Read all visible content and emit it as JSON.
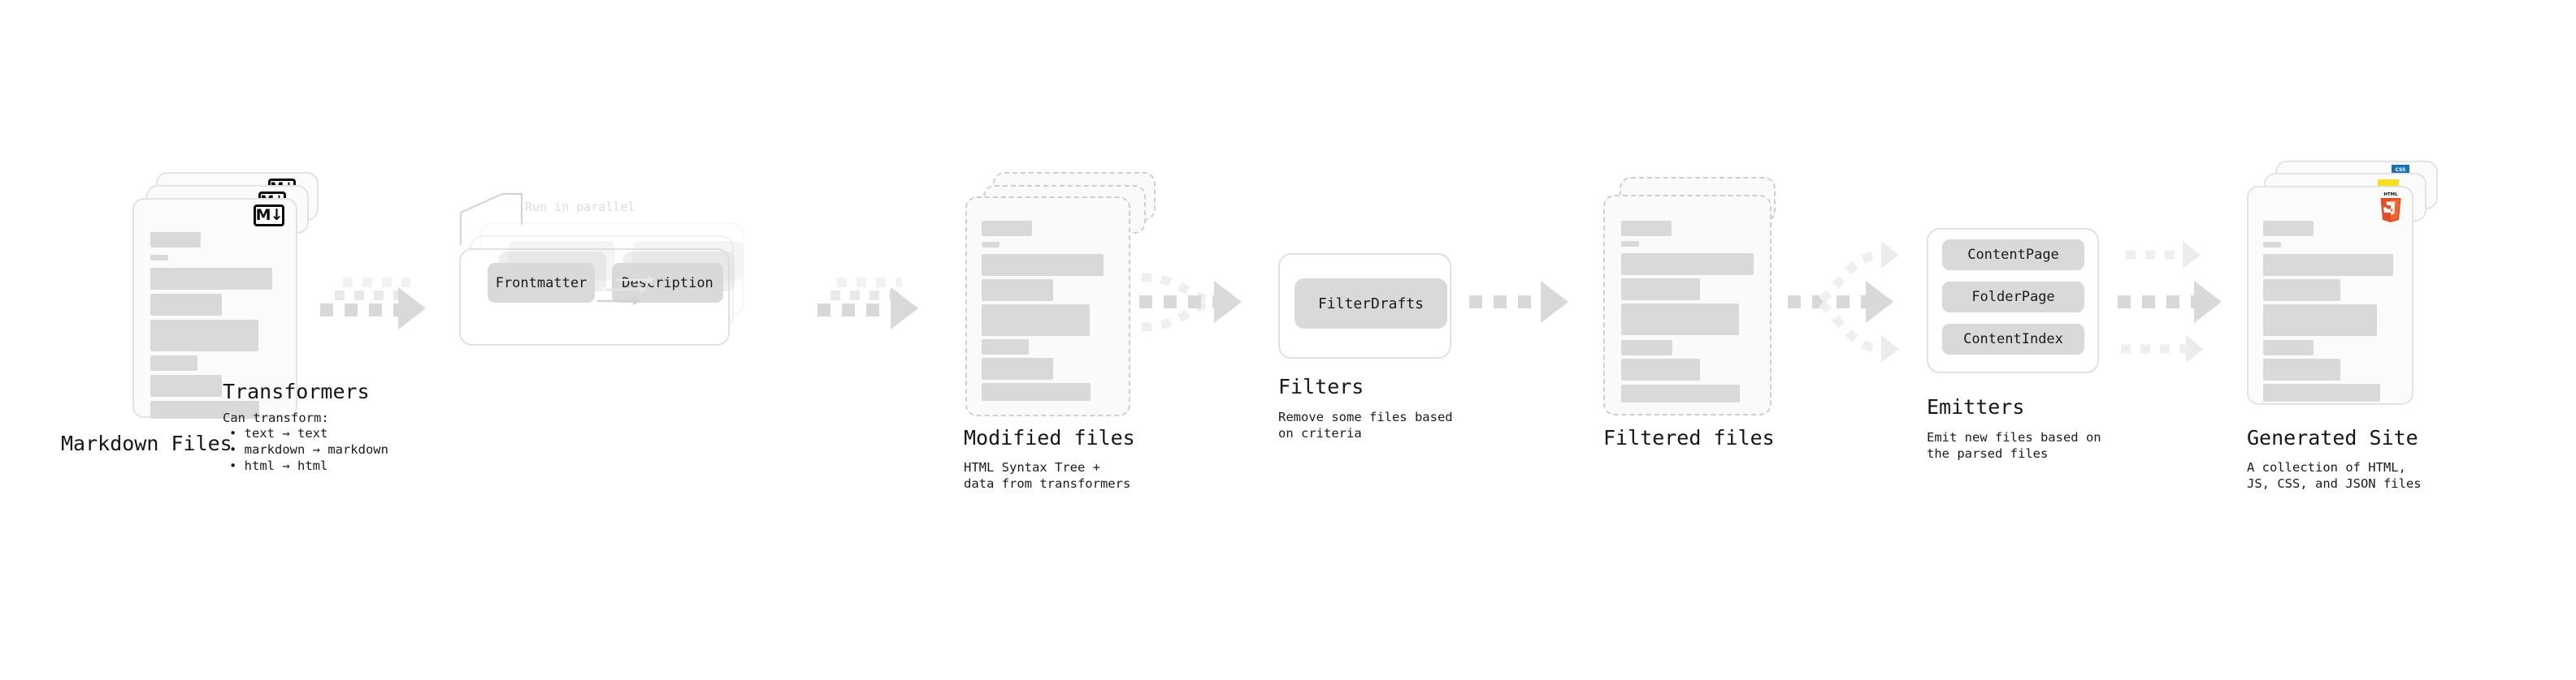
{
  "diagram": {
    "type": "pipeline-flow",
    "background": "#ffffff",
    "accent_gray": "#d9d9d9",
    "border_gray": "#e1e1e1",
    "arrow_gray": "#d8d8d8"
  },
  "stages": [
    {
      "id": "markdown-files",
      "title": "Markdown Files",
      "subtitle": "",
      "icon": "markdown-badge",
      "icon_label": "M↓",
      "kind": "document-stack"
    },
    {
      "id": "transformers",
      "title": "Transformers",
      "subtitle": "Can transform:",
      "annotation": "Run in parallel",
      "kind": "group-box",
      "bullets": [
        "• text → text",
        "• markdown → markdown",
        "• html → html"
      ],
      "pills": [
        "Frontmatter",
        "Description"
      ]
    },
    {
      "id": "modified-files",
      "title": "Modified files",
      "subtitle": "HTML Syntax Tree +\ndata from transformers",
      "kind": "document-stack-dashed"
    },
    {
      "id": "filters",
      "title": "Filters",
      "subtitle": "Remove some files based\non criteria",
      "kind": "group-box",
      "pills": [
        "FilterDrafts"
      ]
    },
    {
      "id": "filtered-files",
      "title": "Filtered files",
      "subtitle": "",
      "kind": "document-stack-dashed"
    },
    {
      "id": "emitters",
      "title": "Emitters",
      "subtitle": "Emit new files based on\nthe parsed files",
      "kind": "group-box",
      "pills": [
        "ContentPage",
        "FolderPage",
        "ContentIndex"
      ]
    },
    {
      "id": "generated-site",
      "title": "Generated Site",
      "subtitle": "A collection of HTML,\nJS, CSS, and JSON files",
      "kind": "document-stack",
      "badges": [
        "css-badge",
        "js-badge",
        "html5-badge"
      ],
      "badge_labels": {
        "css": "CSS",
        "html5_word": "HTML",
        "html5_num": "5"
      }
    }
  ],
  "connectors": [
    {
      "id": "arrow-md-to-transformers",
      "style": "triple-dashed-converging"
    },
    {
      "id": "arrow-transformers-to-modified",
      "style": "triple-dashed-converging"
    },
    {
      "id": "arrow-modified-to-filters",
      "style": "merge-3-to-1"
    },
    {
      "id": "arrow-filters-to-filtered",
      "style": "single-dashed"
    },
    {
      "id": "arrow-filtered-to-emitters",
      "style": "branch-1-to-3"
    },
    {
      "id": "arrow-emitters-to-site",
      "style": "triple-parallel-dashed"
    }
  ]
}
